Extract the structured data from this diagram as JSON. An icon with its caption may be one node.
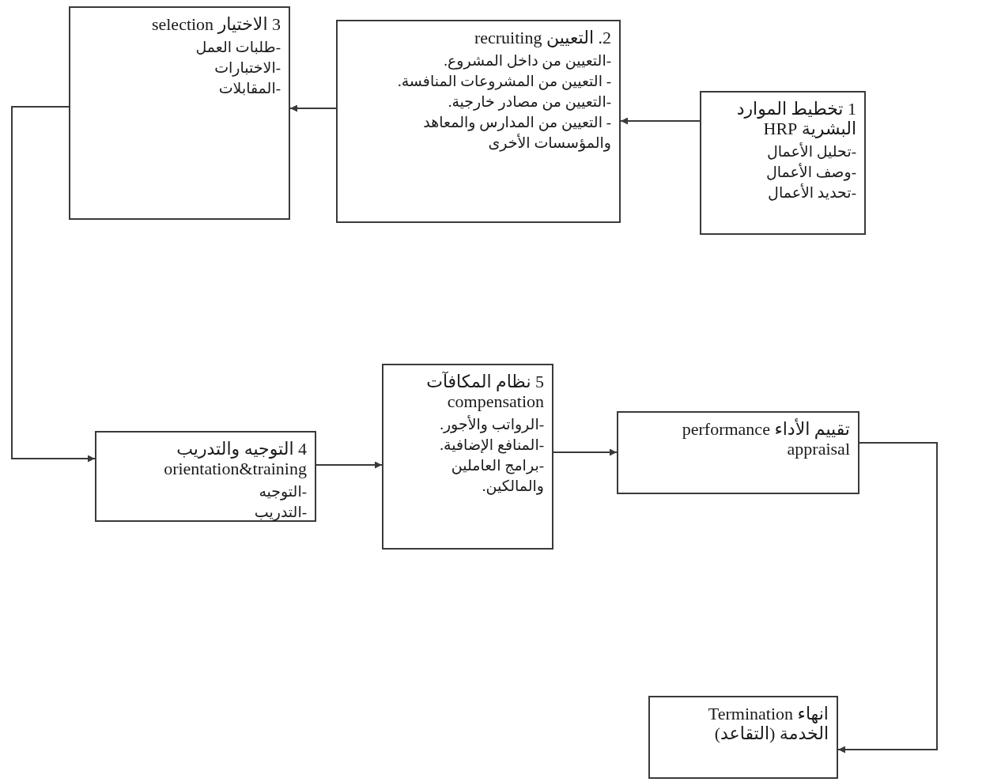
{
  "diagram": {
    "nodes": [
      {
        "text": [
          "1 تخطيط الموارد البشرية HRP",
          "-تحليل الأعمال",
          "-وصف الأعمال",
          "-تحديد الأعمال"
        ]
      },
      {
        "text": [
          "2. التعيين recruiting",
          "-التعيين من داخل المشروع.",
          "- التعيين من المشروعات المنافسة.",
          "-التعيين من مصادر خارجية.",
          "- التعيين من المدارس والمعاهد والمؤسسات الأخرى"
        ]
      },
      {
        "text": [
          "3 الاختيار selection",
          "-طلبات العمل",
          "-الاختبارات",
          "-المقابلات"
        ]
      },
      {
        "text": [
          "4 التوجيه والتدريب orientation&training",
          "-التوجيه",
          "-التدريب"
        ]
      },
      {
        "text": [
          "5 نظام المكافآت compensation",
          "-الرواتب والأجور.",
          "-المنافع الإضافية.",
          "-برامج العاملين والمالكين."
        ]
      },
      {
        "text": [
          "تقييم الأداء performance appraisal"
        ]
      },
      {
        "text": [
          "انهاء Termination الخدمة (التقاعد)"
        ]
      }
    ],
    "edges": [
      {
        "from": 0,
        "to": 1,
        "arrow": "to"
      },
      {
        "from": 1,
        "to": 2,
        "arrow": "to"
      },
      {
        "from": 2,
        "to": 3,
        "arrow": "to"
      },
      {
        "from": 3,
        "to": 4,
        "arrow": "to"
      },
      {
        "from": 4,
        "to": 5,
        "arrow": "to"
      },
      {
        "from": 5,
        "to": 6,
        "arrow": "to"
      }
    ]
  }
}
